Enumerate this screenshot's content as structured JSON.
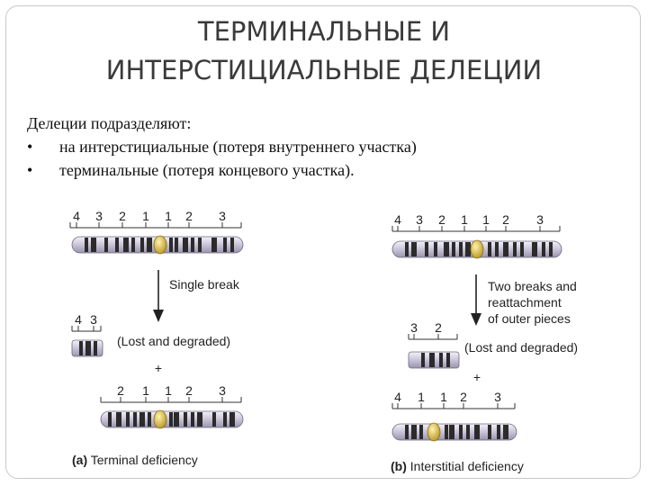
{
  "title": {
    "line1": "ТЕРМИНАЛЬНЫЕ И",
    "line2": "ИНТЕРСТИЦИАЛЬНЫЕ ДЕЛЕЦИИ"
  },
  "intro": "Делеции подразделяют:",
  "bullets": [
    "на интерстициальные (потеря внутреннего участка)",
    "терминальные (потеря концевого участка)."
  ],
  "panel_a": {
    "caption_letter": "(a)",
    "caption_text": " Terminal deficiency",
    "top_bands": [
      "4",
      "3",
      "2",
      "1",
      "1",
      "2",
      "3"
    ],
    "arrow_label": "Single break",
    "lost_bands": [
      "4",
      "3"
    ],
    "lost_label": "(Lost and degraded)",
    "plus": "+",
    "result_bands": [
      "2",
      "1",
      "1",
      "2",
      "3"
    ]
  },
  "panel_b": {
    "caption_letter": "(b)",
    "caption_text": " Interstitial deficiency",
    "top_bands": [
      "4",
      "3",
      "2",
      "1",
      "1",
      "2",
      "3"
    ],
    "arrow_label_lines": [
      "Two breaks and",
      "reattachment",
      "of outer pieces"
    ],
    "lost_bands": [
      "3",
      "2"
    ],
    "lost_label": "(Lost and degraded)",
    "plus": "+",
    "result_bands": [
      "4",
      "1",
      "1",
      "2",
      "3"
    ]
  },
  "colors": {
    "band_dark": "#2b2b2b",
    "band_light": "#d8d4e2",
    "centromere": "#d9b93a",
    "text": "#222222"
  }
}
